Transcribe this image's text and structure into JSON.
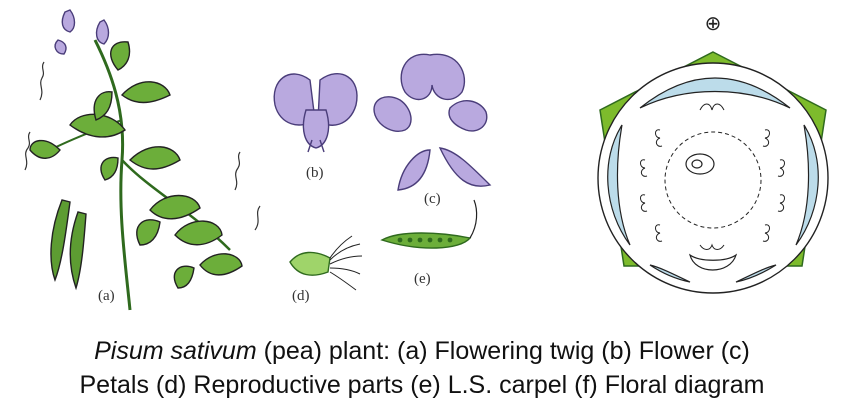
{
  "figure": {
    "panels": [
      {
        "id": "a",
        "label": "(a)"
      },
      {
        "id": "b",
        "label": "(b)"
      },
      {
        "id": "c",
        "label": "(c)"
      },
      {
        "id": "d",
        "label": "(d)"
      },
      {
        "id": "e",
        "label": "(e)"
      }
    ],
    "floral_symbol": "⊕",
    "colors": {
      "leaf": "#6cae3a",
      "leaf_dark": "#2f6a1e",
      "petal": "#b9a9df",
      "petal_outline": "#4a3d7a",
      "calyx": "#7dbb2c",
      "corolla_ring": "#bcdcea",
      "outline": "#222222"
    }
  },
  "caption": {
    "species": "Pisum sativum",
    "line1_rest": " (pea) plant: (a) Flowering twig (b) Flower (c)",
    "line2": "Petals (d) Reproductive parts (e) L.S. carpel (f) Floral diagram"
  }
}
